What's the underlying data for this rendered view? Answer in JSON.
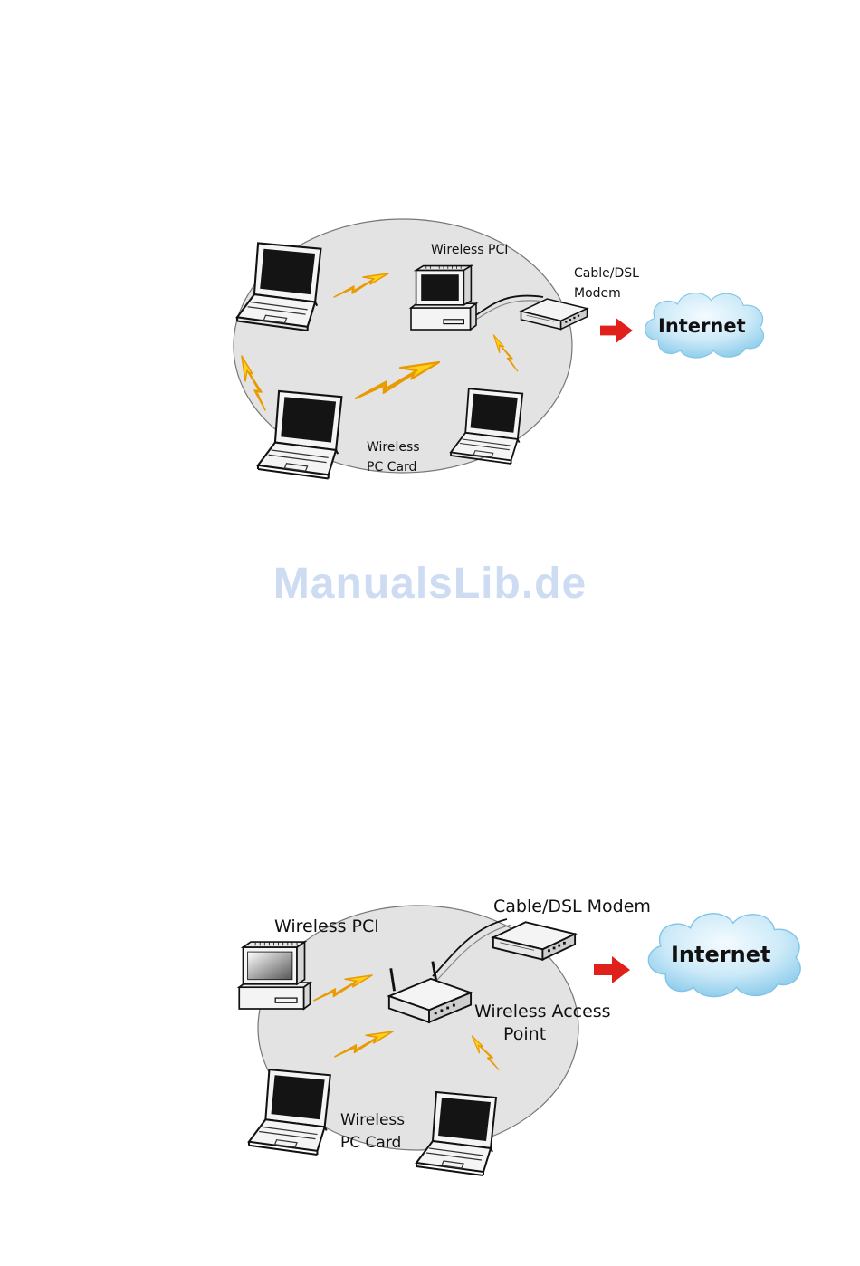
{
  "diagrams": {
    "adhoc": {
      "wireless_pci": "Wireless PCI",
      "modem_line1": "Cable/DSL",
      "modem_line2": "Modem",
      "internet": "Internet",
      "pc_card_line1": "Wireless",
      "pc_card_line2": "PC Card"
    },
    "infrastructure": {
      "wireless_pci": "Wireless PCI",
      "modem": "Cable/DSL Modem",
      "internet": "Internet",
      "ap_line1": "Wireless Access",
      "ap_line2": "Point",
      "pc_card_line1": "Wireless",
      "pc_card_line2": "PC Card"
    }
  },
  "watermark": "ManualsLib.de",
  "colors": {
    "network_area": "#e3e3e3",
    "lightning_fill": "#ffd21a",
    "lightning_stroke": "#e89a00",
    "arrow": "#e0201a",
    "cloud_light": "#dff2fb",
    "cloud_dark": "#8ed0ef",
    "screen": "#141414"
  },
  "icons": [
    "laptop-icon",
    "desktop-pc-icon",
    "modem-icon",
    "access-point-icon",
    "cloud-icon",
    "arrow-icon",
    "lightning-icon"
  ]
}
